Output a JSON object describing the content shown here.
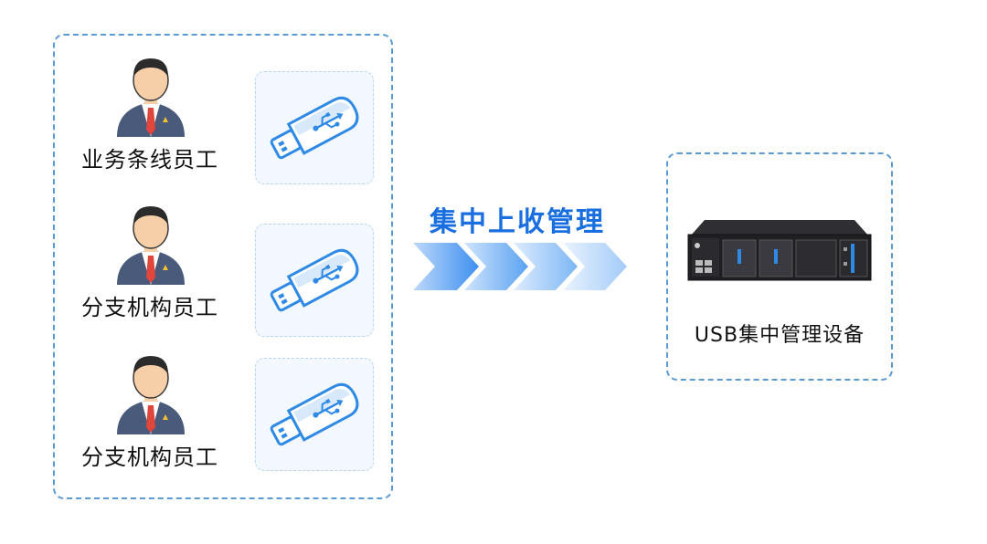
{
  "employees": [
    {
      "label": "业务条线员工"
    },
    {
      "label": "分支机构员工"
    },
    {
      "label": "分支机构员工"
    }
  ],
  "flow": {
    "label": "集中上收管理",
    "color": "#1a6fe0"
  },
  "device": {
    "label": "USB集中管理设备"
  },
  "colors": {
    "border": "#5b9bd5",
    "usb_blue": "#2e8ae6",
    "suit": "#4a5a7a",
    "tie": "#e0463c"
  }
}
